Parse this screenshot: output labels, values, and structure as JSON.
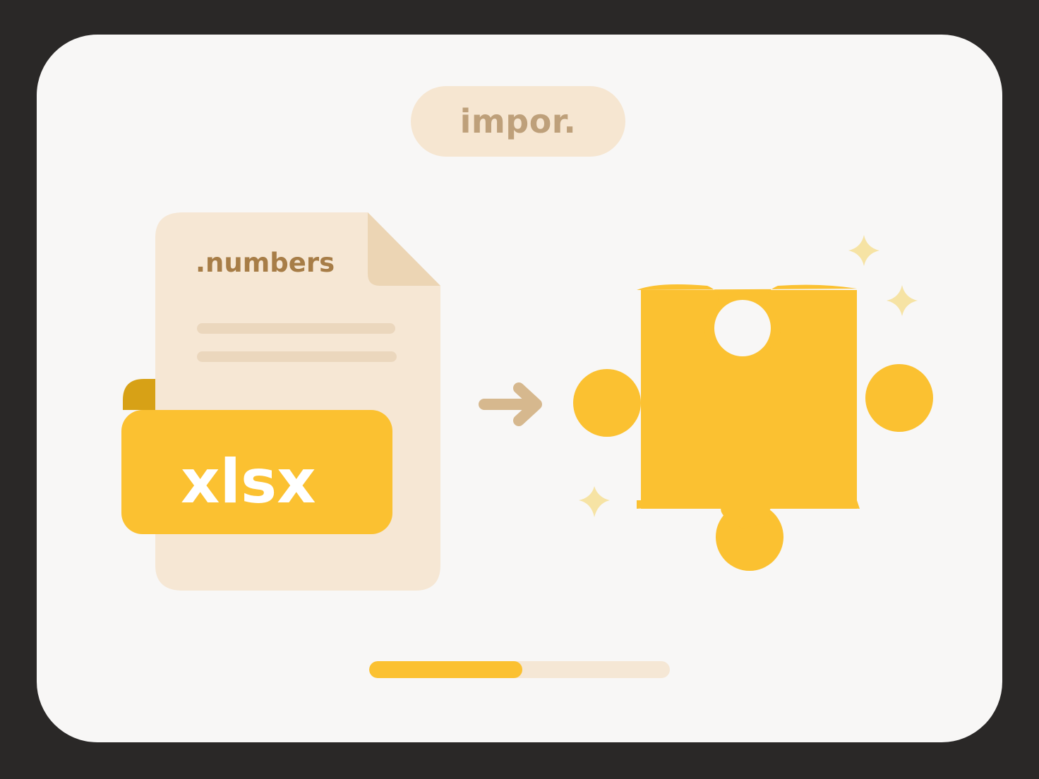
{
  "badge": {
    "label": "impor."
  },
  "source_file": {
    "extension_label": ".numbers",
    "format_badge": "xlsx",
    "icon": "document-icon"
  },
  "target": {
    "icon": "puzzle-piece-icon",
    "decoration": "sparkle-icon"
  },
  "arrow": {
    "icon": "arrow-right-icon"
  },
  "progress": {
    "fraction": 0.51
  },
  "colors": {
    "accent_yellow": "#fbc131",
    "accent_yellow_dark": "#d7a116",
    "document_fill": "#f6e7d4",
    "document_fold": "#ecd5b4",
    "badge_text": "#bea07a",
    "sparkle": "#f6e3a4",
    "arrow": "#d6b88e",
    "background": "#f8f7f6",
    "frame": "#2a2827"
  }
}
